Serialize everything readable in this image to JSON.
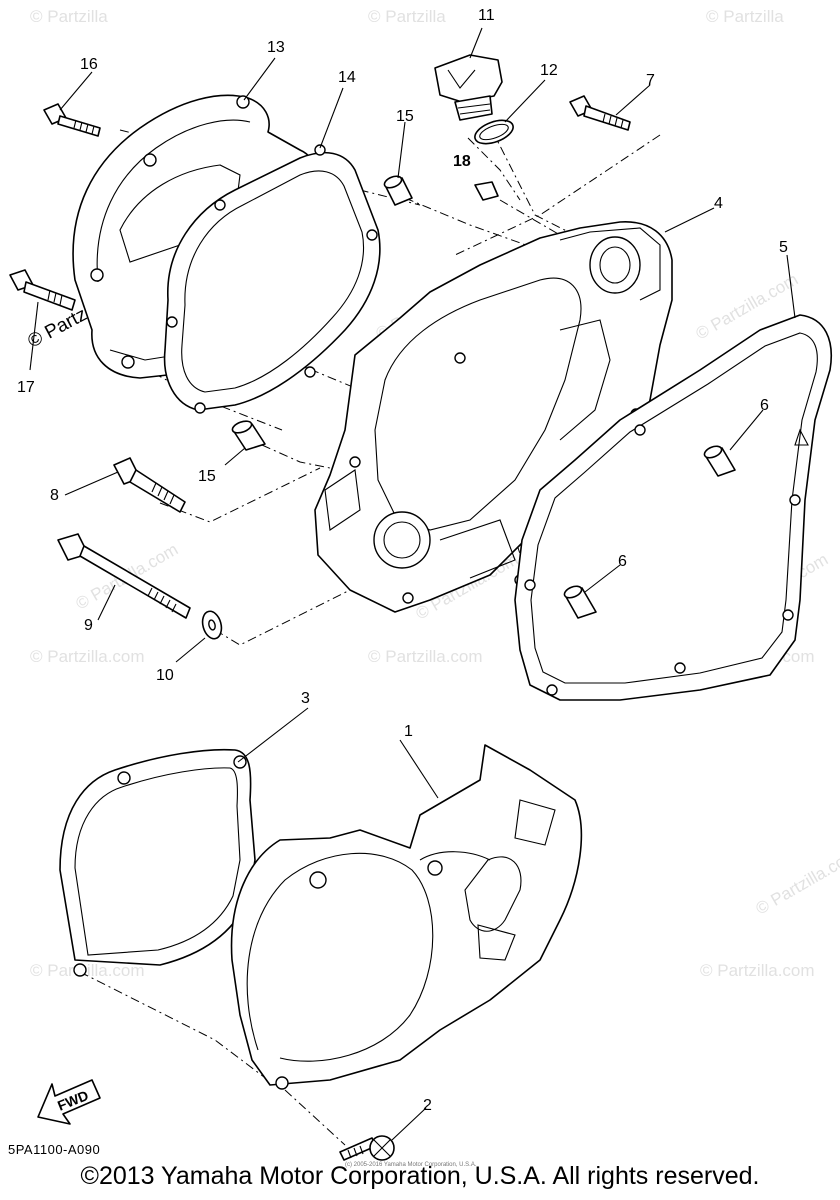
{
  "diagram": {
    "callouts": [
      {
        "id": "1",
        "label": "1"
      },
      {
        "id": "2",
        "label": "2"
      },
      {
        "id": "3",
        "label": "3"
      },
      {
        "id": "4",
        "label": "4"
      },
      {
        "id": "5",
        "label": "5"
      },
      {
        "id": "6a",
        "label": "6"
      },
      {
        "id": "6b",
        "label": "6"
      },
      {
        "id": "7",
        "label": "7"
      },
      {
        "id": "8",
        "label": "8"
      },
      {
        "id": "9",
        "label": "9"
      },
      {
        "id": "10",
        "label": "10"
      },
      {
        "id": "11",
        "label": "11"
      },
      {
        "id": "12",
        "label": "12"
      },
      {
        "id": "13",
        "label": "13"
      },
      {
        "id": "14",
        "label": "14"
      },
      {
        "id": "15a",
        "label": "15"
      },
      {
        "id": "15b",
        "label": "15"
      },
      {
        "id": "16",
        "label": "16"
      },
      {
        "id": "17",
        "label": "17"
      },
      {
        "id": "18",
        "label": "18"
      }
    ],
    "fwd_label": "FWD",
    "watermark_text": "© Partzilla.com",
    "watermark_short": "© Partzilla"
  },
  "footer": {
    "ref_code": "5PA1100-A090",
    "copyright": "©2013 Yamaha Motor Corporation, U.S.A. All rights reserved.",
    "small_notice": "(c) 2005-2016 Yamaha Motor Corporation, U.S.A."
  }
}
